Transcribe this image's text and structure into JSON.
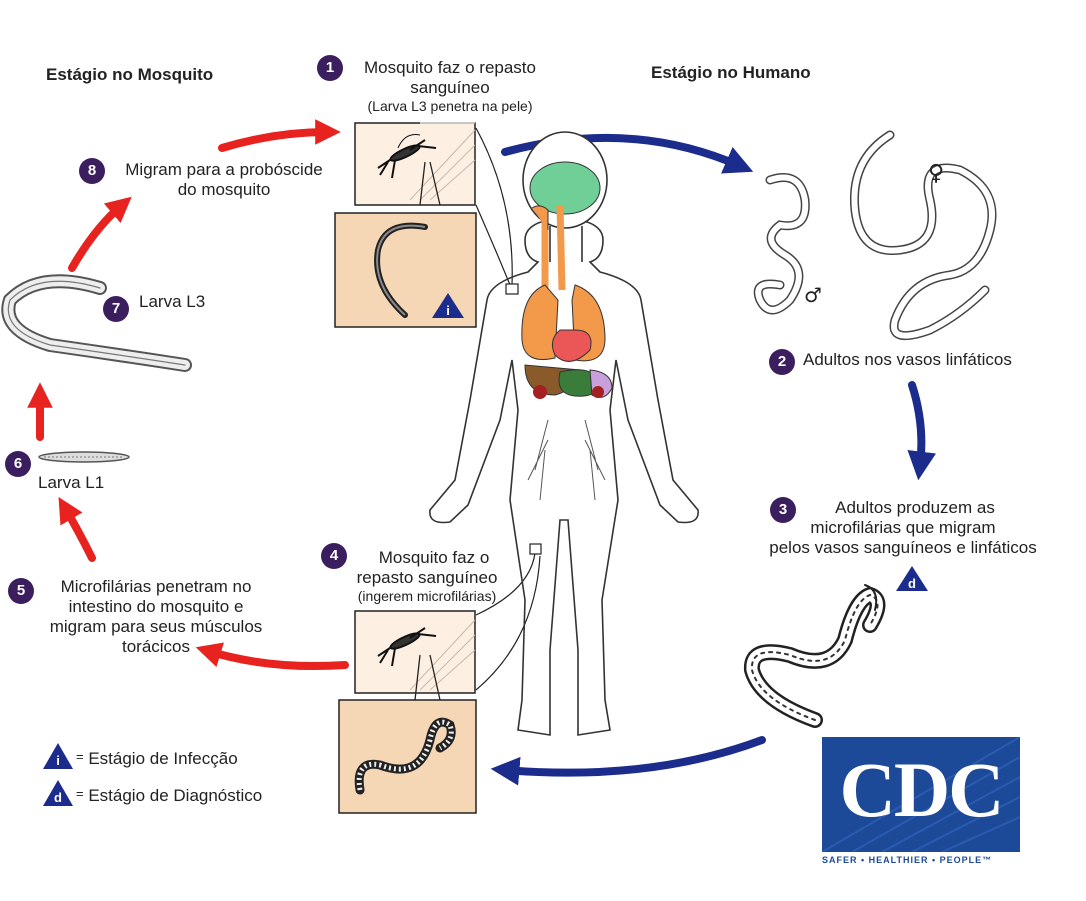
{
  "headers": {
    "mosquito_stage": "Estágio no Mosquito",
    "human_stage": "Estágio no Humano"
  },
  "steps": [
    {
      "number": "1",
      "title": "Mosquito faz o repasto sanguíneo",
      "note": "(Larva L3 penetra na pele)"
    },
    {
      "number": "2",
      "title": "Adultos nos vasos linfáticos"
    },
    {
      "number": "3",
      "title": "Adultos produzem as microfilárias que migram pelos vasos sanguíneos e linfáticos"
    },
    {
      "number": "4",
      "title": "Mosquito faz o repasto sanguíneo",
      "note": "(ingerem microfilárias)"
    },
    {
      "number": "5",
      "title": "Microfilárias penetram no intestino do mosquito e migram para seus músculos torácicos"
    },
    {
      "number": "6",
      "title": "Larva L1"
    },
    {
      "number": "7",
      "title": "Larva L3"
    },
    {
      "number": "8",
      "title": "Migram para a probóscide do mosquito"
    }
  ],
  "step_lines": {
    "s1_a": "Mosquito faz o repasto",
    "s1_b": "sanguíneo",
    "s3_a": "Adultos produzem as",
    "s3_b": "microfilárias que migram",
    "s3_c": "pelos vasos sanguíneos e linfáticos",
    "s4_a": "Mosquito faz o",
    "s4_b": "repasto sanguíneo",
    "s5_a": "Microfilárias penetram no",
    "s5_b": "intestino do mosquito e",
    "s5_c": "migram para seus músculos",
    "s5_d": "torácicos",
    "s8_a": "Migram para a probóscide",
    "s8_b": "do mosquito"
  },
  "symbols": {
    "female": "♀",
    "male": "♂",
    "infection_marker": "i",
    "diagnostic_marker": "d"
  },
  "legend": [
    {
      "marker": "i",
      "eq": "=",
      "label": "Estágio de Infecção"
    },
    {
      "marker": "d",
      "eq": "=",
      "label": "Estágio de Diagnóstico"
    }
  ],
  "logo": {
    "text": "CDC",
    "tagline": "SAFER • HEALTHIER • PEOPLE™"
  },
  "colors": {
    "mosquito_arrows": "#e8221f",
    "human_arrows": "#1c2c8c",
    "number_badge": "#3a1e5e",
    "marker_triangle": "#1c2c8c",
    "inset_bg": "#f6d7b5",
    "brain": "#6fcf97",
    "lungs": "#f2994a",
    "heart": "#eb5757",
    "liver": "#8b5a2b",
    "stomach": "#3a7d3a",
    "kidney": "#c9a0dc",
    "cdc_blue": "#1d4a98"
  }
}
